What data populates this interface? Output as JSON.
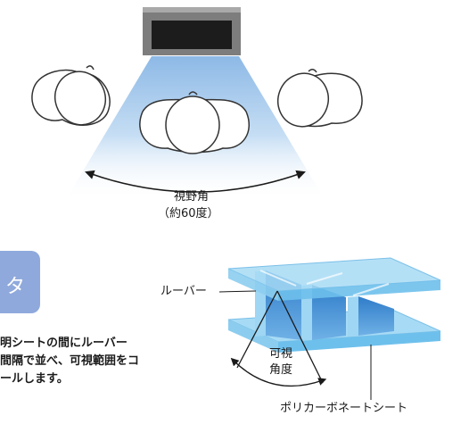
{
  "header_tab": {
    "text": "タ"
  },
  "description_lines": [
    "明シートの間にルーバー",
    "間隔で並べ、可視範囲をコ",
    "ールします。"
  ],
  "top_figure": {
    "angle_label": "視野角",
    "angle_value": "（約60度）"
  },
  "bottom_figure": {
    "louver_label": "ルーバー",
    "view_angle_label_1": "可視",
    "view_angle_label_2": "角度",
    "sheet_label": "ポリカーボネートシート"
  },
  "colors": {
    "screen_frame": "#7d7d7d",
    "screen_face": "#1c1c1c",
    "cone": "#9dc4eb",
    "sheet": "#9ed6f3",
    "louver": "#3d8ad2",
    "tab": "#8fa9dc"
  }
}
